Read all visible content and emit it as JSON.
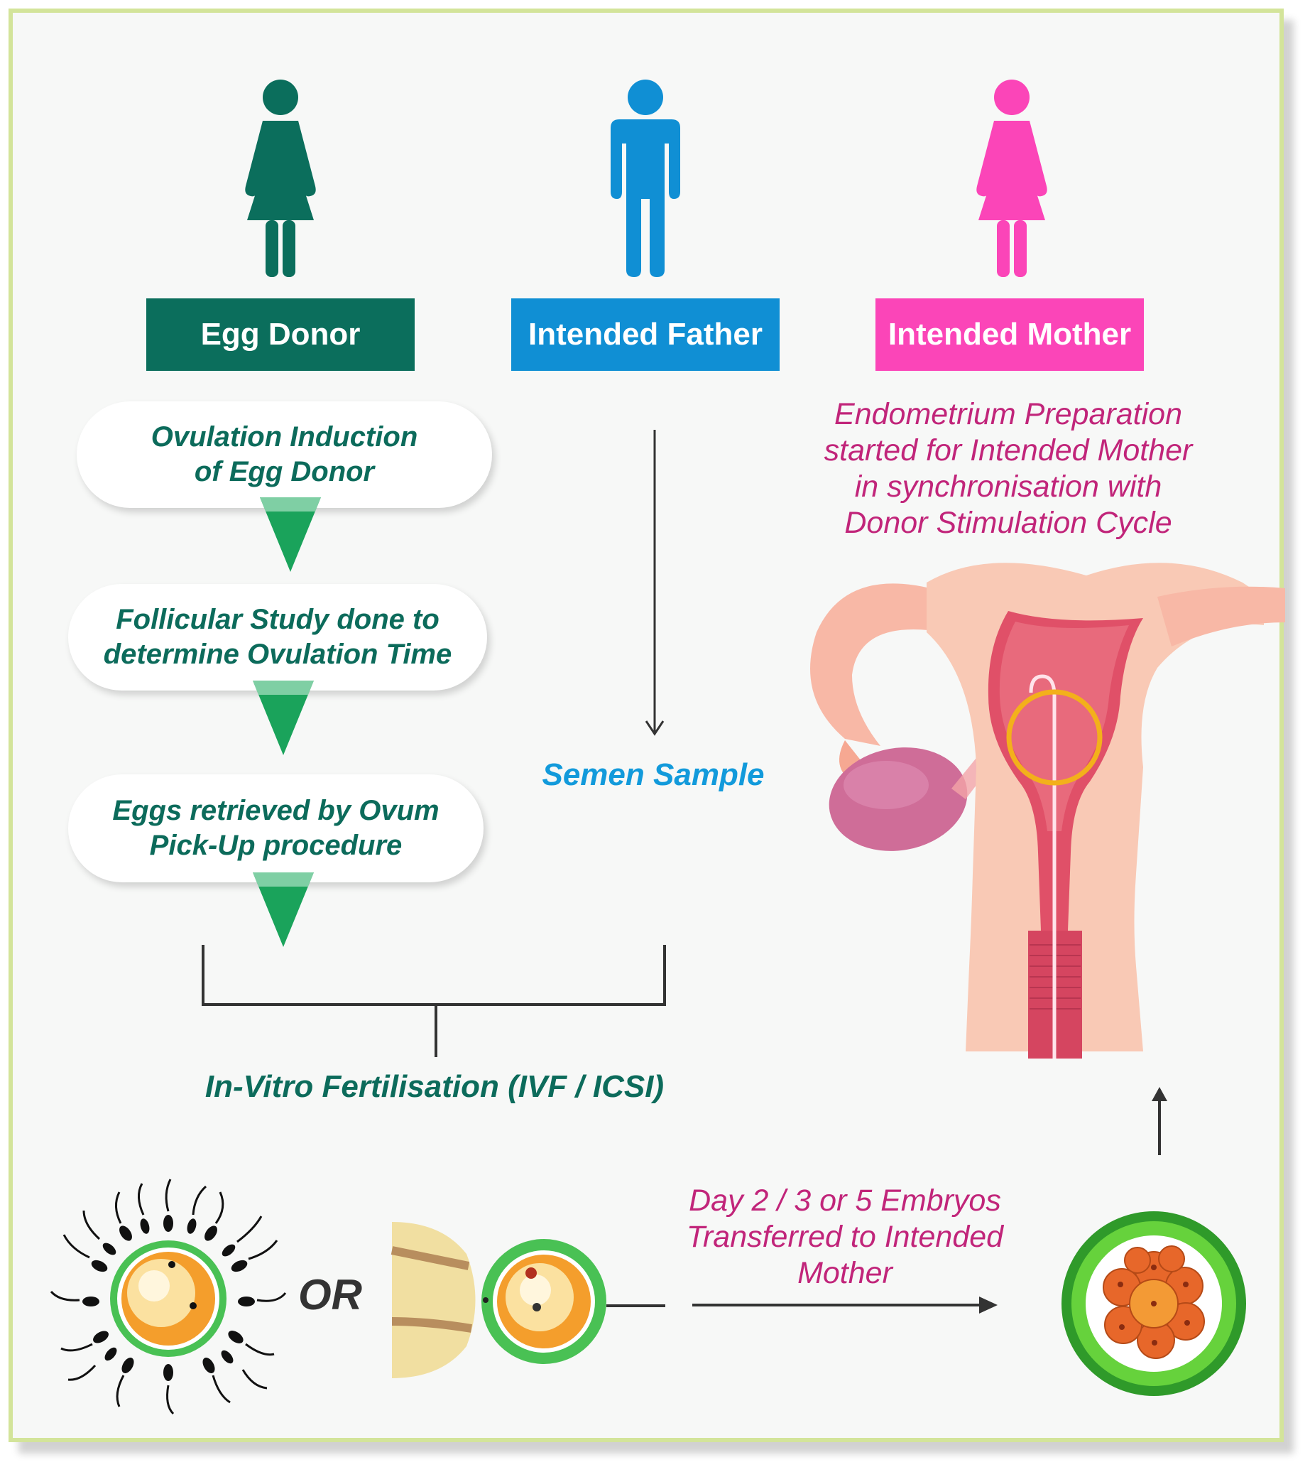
{
  "roles": {
    "egg_donor": {
      "label": "Egg Donor",
      "color": "#0b6e5c"
    },
    "intended_father": {
      "label": "Intended Father",
      "color": "#108fd4"
    },
    "intended_mother": {
      "label": "Intended Mother",
      "color": "#fb45b8"
    }
  },
  "donor_steps": [
    {
      "line1": "Ovulation Induction",
      "line2": "of Egg Donor"
    },
    {
      "line1": "Follicular Study done to",
      "line2": "determine Ovulation Time"
    },
    {
      "line1": "Eggs retrieved by Ovum",
      "line2": "Pick-Up procedure"
    }
  ],
  "father_step": "Semen Sample",
  "mother_text": {
    "line1": "Endometrium Preparation",
    "line2": "started for Intended Mother",
    "line3": "in synchronisation with",
    "line4": "Donor Stimulation Cycle"
  },
  "ivf_label": "In-Vitro Fertilisation (IVF / ICSI)",
  "or_label": "OR",
  "transfer_text": {
    "line1": "Day 2 / 3 or 5 Embryos",
    "line2": "Transferred to Intended",
    "line3": "Mother"
  },
  "colors": {
    "accent_green": "#1aa35b",
    "text_teal": "#0c6b5b",
    "text_magenta": "#c1257a",
    "text_blue": "#129adb",
    "frame_border": "#d3e49a"
  }
}
